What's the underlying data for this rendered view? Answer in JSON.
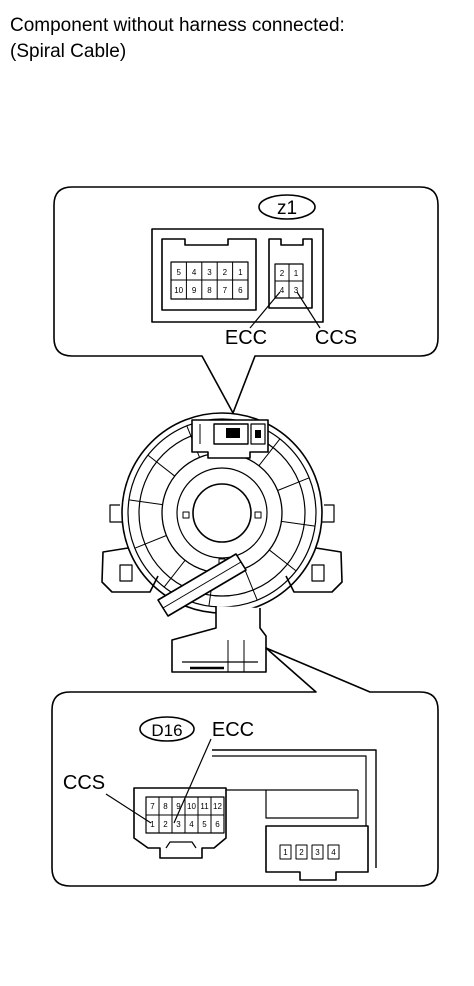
{
  "caption": {
    "line1": "Component without harness connected:",
    "line2": "(Spiral Cable)"
  },
  "top_callout": {
    "connector_id": "z1",
    "large_connector": {
      "row1": [
        "5",
        "4",
        "3",
        "2",
        "1"
      ],
      "row2": [
        "10",
        "9",
        "8",
        "7",
        "6"
      ]
    },
    "small_connector": {
      "row1": [
        "2",
        "1"
      ],
      "row2": [
        "4",
        "3"
      ]
    },
    "label_left": "ECC",
    "label_right": "CCS"
  },
  "bottom_callout": {
    "connector_id": "D16",
    "label_ecc": "ECC",
    "label_ccs": "CCS",
    "connector": {
      "row1": [
        "7",
        "8",
        "9",
        "10",
        "11",
        "12"
      ],
      "row2": [
        "1",
        "2",
        "3",
        "4",
        "5",
        "6"
      ]
    },
    "aux_connector": [
      "1",
      "2",
      "3",
      "4"
    ]
  }
}
